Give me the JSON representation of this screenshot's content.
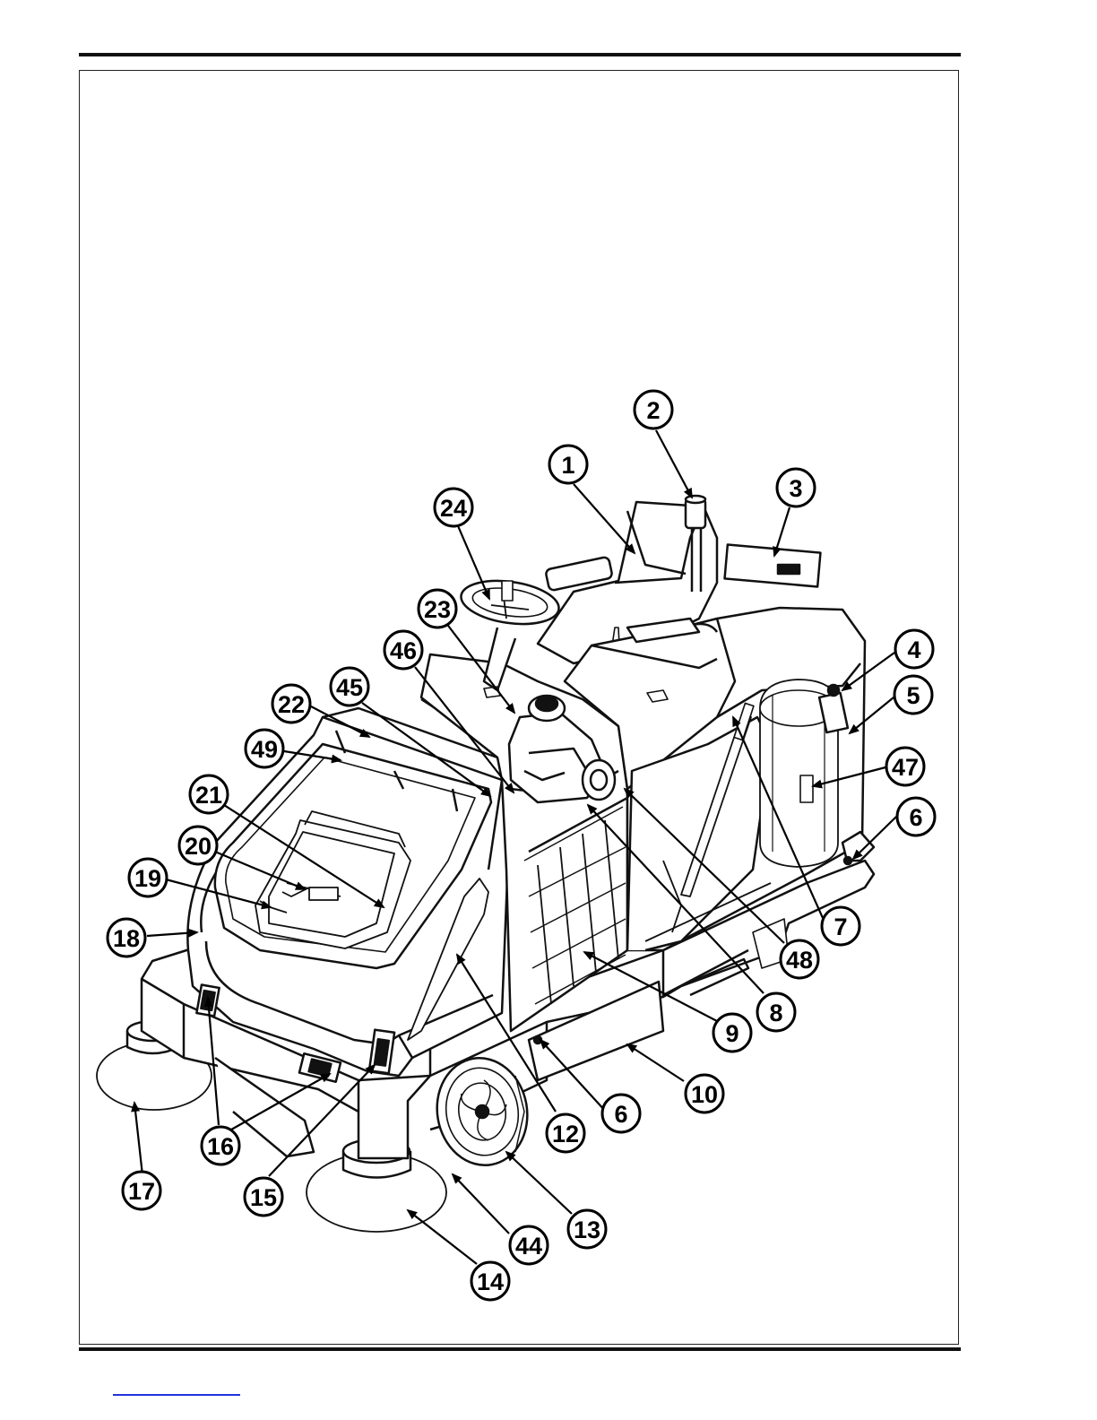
{
  "callouts": [
    {
      "id": "c1",
      "label": "1"
    },
    {
      "id": "c2",
      "label": "2"
    },
    {
      "id": "c3",
      "label": "3"
    },
    {
      "id": "c4",
      "label": "4"
    },
    {
      "id": "c5",
      "label": "5"
    },
    {
      "id": "c6a",
      "label": "6"
    },
    {
      "id": "c6b",
      "label": "6"
    },
    {
      "id": "c7",
      "label": "7"
    },
    {
      "id": "c8",
      "label": "8"
    },
    {
      "id": "c9",
      "label": "9"
    },
    {
      "id": "c10",
      "label": "10"
    },
    {
      "id": "c12",
      "label": "12"
    },
    {
      "id": "c13",
      "label": "13"
    },
    {
      "id": "c14",
      "label": "14"
    },
    {
      "id": "c15",
      "label": "15"
    },
    {
      "id": "c16",
      "label": "16"
    },
    {
      "id": "c17",
      "label": "17"
    },
    {
      "id": "c18",
      "label": "18"
    },
    {
      "id": "c19",
      "label": "19"
    },
    {
      "id": "c20",
      "label": "20"
    },
    {
      "id": "c21",
      "label": "21"
    },
    {
      "id": "c22",
      "label": "22"
    },
    {
      "id": "c23",
      "label": "23"
    },
    {
      "id": "c24",
      "label": "24"
    },
    {
      "id": "c44",
      "label": "44"
    },
    {
      "id": "c45",
      "label": "45"
    },
    {
      "id": "c46",
      "label": "46"
    },
    {
      "id": "c47",
      "label": "47"
    },
    {
      "id": "c48",
      "label": "48"
    },
    {
      "id": "c49",
      "label": "49"
    }
  ]
}
